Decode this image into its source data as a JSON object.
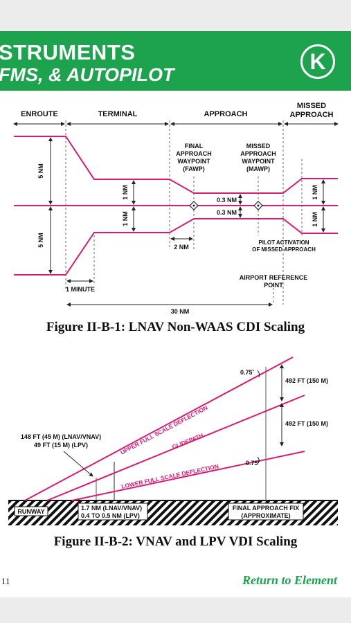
{
  "header": {
    "title_line1": "STRUMENTS",
    "title_line2": "FMS, & AUTOPILOT",
    "badge": "K"
  },
  "figure1": {
    "phases": [
      "ENROUTE",
      "TERMINAL",
      "APPROACH",
      "MISSED",
      "APPROACH"
    ],
    "fawp_label": [
      "FINAL",
      "APPROACH",
      "WAYPOINT",
      "(FAWP)"
    ],
    "mawp_label": [
      "MISSED",
      "APPROACH",
      "WAYPOINT",
      "(MAWP)"
    ],
    "scale_enroute_upper": "5 NM",
    "scale_enroute_lower": "5 NM",
    "scale_terminal_upper": "1 NM",
    "scale_terminal_lower": "1 NM",
    "scale_approach_upper": "0.3 NM",
    "scale_approach_lower": "0.3 NM",
    "scale_missed_upper": "1 NM",
    "scale_missed_lower": "1 NM",
    "transition_distance": "2 NM",
    "pilot_activation": [
      "PILOT ACTIVATION",
      "OF MISSED APPROACH"
    ],
    "one_minute": "1 MINUTE",
    "airport_reference": [
      "AIRPORT REFERENCE",
      "POINT"
    ],
    "thirty_nm": "30 NM",
    "caption": "Figure II-B-1: LNAV Non-WAAS CDI Scaling"
  },
  "figure2": {
    "angle_upper": "0.75˚",
    "angle_lower": "0.75˚",
    "ft_upper": "492 FT (150 M)",
    "ft_lower": "492 FT (150 M)",
    "threshold_label": [
      "148 FT (45 M) (LNAV/VNAV)",
      "49 FT (15 M) (LPV)"
    ],
    "upper_deflection": "UPPER FULL SCALE DEFLECTION",
    "glidepath": "GLIDEPATH",
    "lower_deflection": "LOWER FULL SCALE DEFLECTION",
    "runway": "RUNWAY",
    "distance_label": [
      "1.7 NM (LNAV/VNAV)",
      "0.4 TO 0.5 NM (LPV)"
    ],
    "faf_label": [
      "FINAL APPROACH FIX",
      "(APPROXIMATE)"
    ],
    "caption": "Figure II-B-2: VNAV and LPV VDI Scaling"
  },
  "footer": {
    "page_number": "11",
    "return_link": "Return to Element"
  },
  "colors": {
    "green": "#1da24e",
    "magenta": "#d81b72",
    "gray_bg": "#ececec"
  }
}
